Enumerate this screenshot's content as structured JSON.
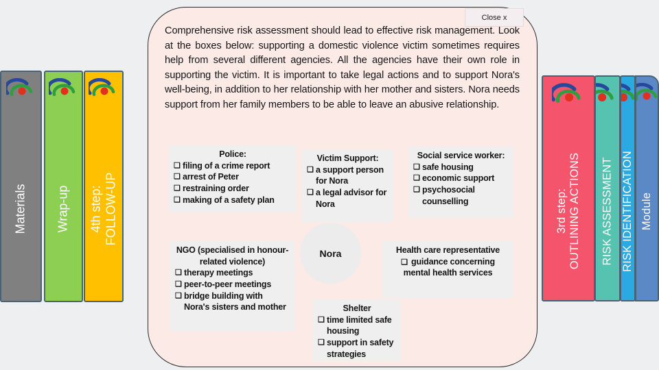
{
  "page": {
    "close_label": "Close x"
  },
  "panel": {
    "intro_text": "Comprehensive risk assessment should lead to effective risk management. Look at the boxes below: supporting a domestic violence victim sometimes requires help from several different agencies. All the agencies have their own role in supporting the victim. It is important to take legal actions and to support Nora's well-being, in addition to her relationship with her mother and sisters. Nora needs support from her family members to be able to leave an abusive relationship."
  },
  "left_tabs": [
    {
      "label_lines": [
        "Materials"
      ],
      "color": "#808080"
    },
    {
      "label_lines": [
        "Wrap-up"
      ],
      "color": "#8ccf52"
    },
    {
      "label_lines": [
        "4th step:",
        "FOLLOW-UP"
      ],
      "color": "#ffc000"
    }
  ],
  "right_tabs": [
    {
      "label_lines": [
        "3rd step:",
        "OUTLINING ACTIONS"
      ],
      "color": "#f4546c"
    },
    {
      "label_lines": [
        "RISK ASSESSMENT"
      ],
      "color": "#55c3b0"
    },
    {
      "label_lines": [
        "RISK IDENTIFICATION"
      ],
      "color": "#2aaae1"
    },
    {
      "label_lines": [
        "Module"
      ],
      "color": "#5b89c5"
    }
  ],
  "diagram": {
    "center_label": "Nora",
    "checkbox_glyph": "❑",
    "boxes": {
      "police": {
        "title": "Police:",
        "items": [
          "filing of a crime report",
          "arrest of Peter",
          "restraining order",
          "making of a safety plan"
        ]
      },
      "victim_support": {
        "title": "Victim Support:",
        "items": [
          "a support person for Nora",
          "a legal advisor for Nora"
        ]
      },
      "social_service": {
        "title": "Social service worker:",
        "items": [
          "safe housing",
          "economic support",
          "psychosocial counselling"
        ]
      },
      "ngo": {
        "title": "NGO (specialised in honour-related violence)",
        "items": [
          "therapy meetings",
          "peer-to-peer meetings",
          "bridge building with Nora's sisters and mother"
        ]
      },
      "health_care": {
        "title": "Health care representative",
        "items": [
          "guidance concerning mental health services"
        ]
      },
      "shelter": {
        "title": "Shelter",
        "items": [
          "time limited safe housing",
          "support in safety strategies"
        ]
      }
    }
  },
  "colors": {
    "page_bg": "#edeff0",
    "panel_bg": "#fceae7",
    "panel_border": "#2a2a2a",
    "box_bg": "#efeff0",
    "tab_border": "#4a6276",
    "close_bg": "#f5eef0"
  },
  "logo_colors": {
    "blue": "#27489b",
    "green": "#2f9e3f",
    "red": "#e0301e"
  }
}
